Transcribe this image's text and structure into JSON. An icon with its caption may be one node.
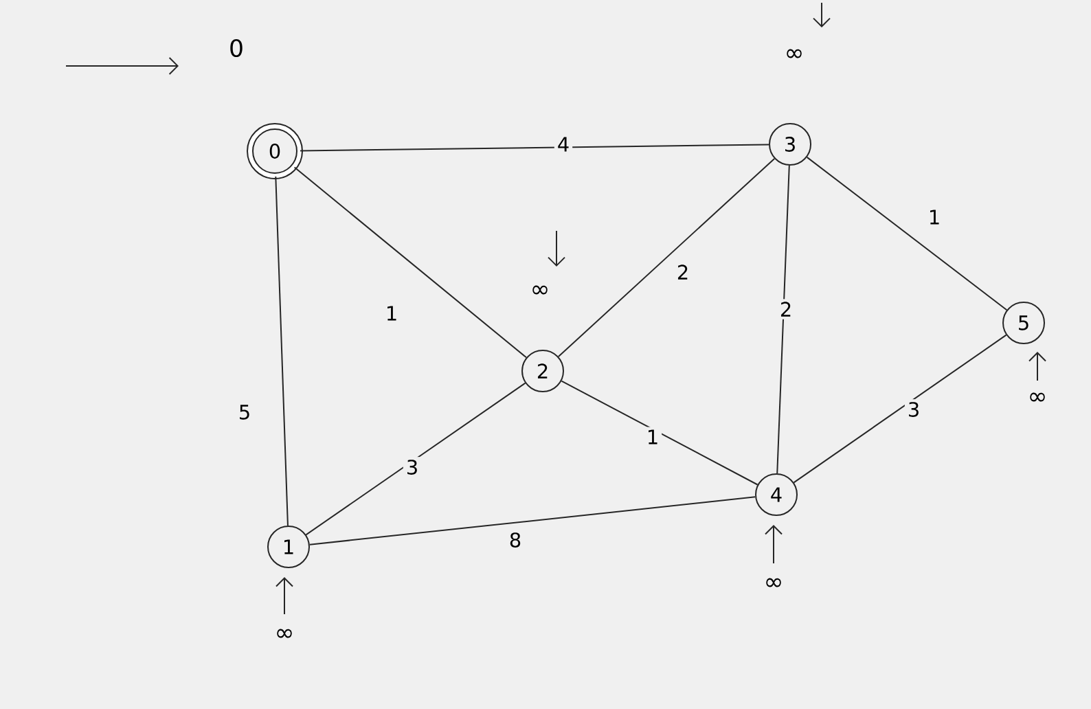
{
  "diagram": {
    "nodes": [
      {
        "text": [
          "0"
        ],
        "beside": [
          "0"
        ]
      },
      {
        "text": [
          "1"
        ],
        "beside": [
          "∞"
        ]
      },
      {
        "text": [
          "2"
        ],
        "beside": [
          "∞"
        ]
      },
      {
        "text": [
          "3"
        ],
        "beside": [
          "∞"
        ]
      },
      {
        "text": [
          "4"
        ],
        "beside": [
          "∞"
        ]
      },
      {
        "text": [
          "5"
        ],
        "beside": [
          "∞"
        ]
      }
    ],
    "edges": [
      {
        "from": 0,
        "to": 3,
        "arrow": "none",
        "label": "4"
      },
      {
        "from": 0,
        "to": 2,
        "arrow": "none",
        "label": "1"
      },
      {
        "from": 0,
        "to": 1,
        "arrow": "none",
        "label": "5"
      },
      {
        "from": 2,
        "to": 3,
        "arrow": "none",
        "label": "2"
      },
      {
        "from": 3,
        "to": 4,
        "arrow": "none",
        "label": "2"
      },
      {
        "from": 3,
        "to": 5,
        "arrow": "none",
        "label": "1"
      },
      {
        "from": 2,
        "to": 1,
        "arrow": "none",
        "label": "3"
      },
      {
        "from": 2,
        "to": 4,
        "arrow": "none",
        "label": "1"
      },
      {
        "from": 4,
        "to": 5,
        "arrow": "none",
        "label": "3"
      },
      {
        "from": 1,
        "to": 4,
        "arrow": "none",
        "label": "8"
      }
    ]
  }
}
